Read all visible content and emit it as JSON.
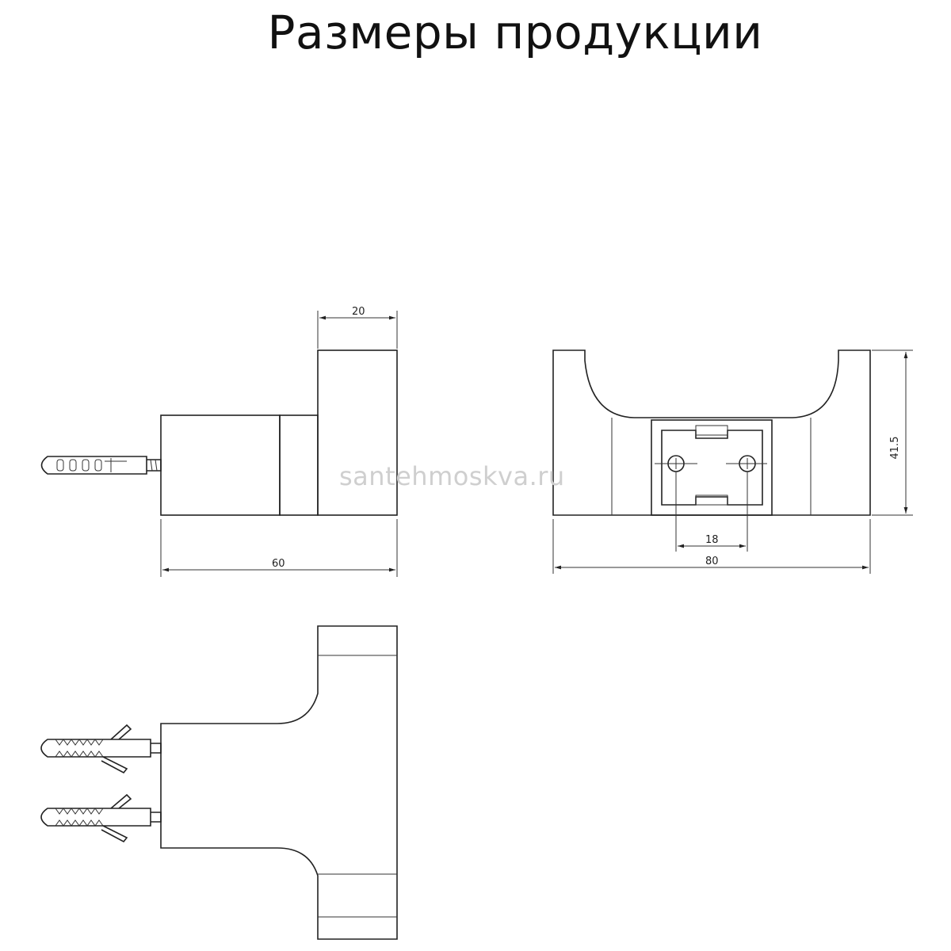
{
  "title": "Размеры продукции",
  "watermark": "santehmoskva.ru",
  "dimensions": {
    "side_width": "20",
    "side_depth": "60",
    "front_height": "41.5",
    "mount_spacing": "18",
    "front_width": "80"
  }
}
